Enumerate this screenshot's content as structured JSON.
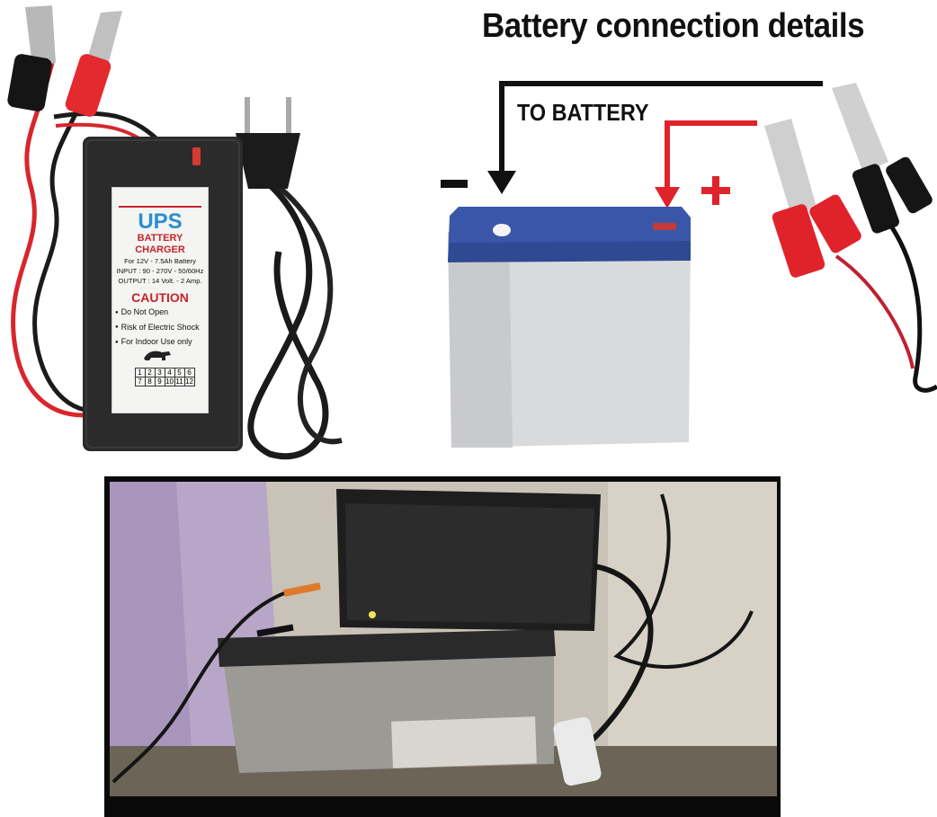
{
  "diagram": {
    "title": "Battery connection details",
    "wire_label": "TO BATTERY",
    "negative_symbol": "–",
    "positive_symbol": "+"
  },
  "charger_label": {
    "brand": "UPS",
    "product": "BATTERY CHARGER",
    "battery_spec": "For 12V - 7.5Ah Battery",
    "input_spec": "INPUT : 90 - 270V - 50/60Hz",
    "output_spec": "OUTPUT : 14 Volt. - 2 Amp.",
    "caution_heading": "CAUTION",
    "caution_items": [
      "Do Not Open",
      "Risk of Electric Shock",
      "For Indoor Use only"
    ],
    "month_grid_row1": [
      "1",
      "2",
      "3",
      "4",
      "5",
      "6"
    ],
    "month_grid_row2": [
      "7",
      "8",
      "9",
      "10",
      "11",
      "12"
    ]
  },
  "colors": {
    "negative_wire": "#111111",
    "positive_wire": "#e0232b",
    "battery_lid": "#3a56a8",
    "battery_body": "#d9dadc",
    "charger_body": "#2b2b2b",
    "ups_text": "#2a8fce",
    "caution_text": "#c8242a"
  }
}
